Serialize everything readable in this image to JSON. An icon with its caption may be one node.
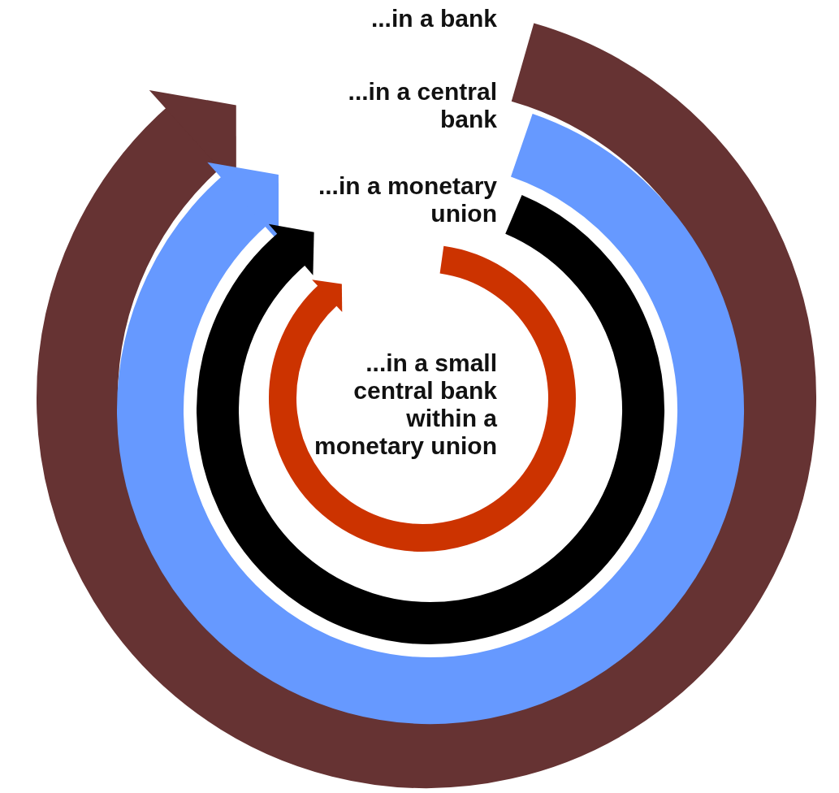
{
  "diagram": {
    "nodes": [
      {
        "text": [
          "...in a bank"
        ]
      },
      {
        "text": [
          "...in a central bank"
        ],
        "in": 0
      },
      {
        "text": [
          "...in a monetary union"
        ],
        "in": 1
      },
      {
        "text": [
          "...in a small central bank within a monetary union"
        ],
        "in": 2
      }
    ]
  }
}
